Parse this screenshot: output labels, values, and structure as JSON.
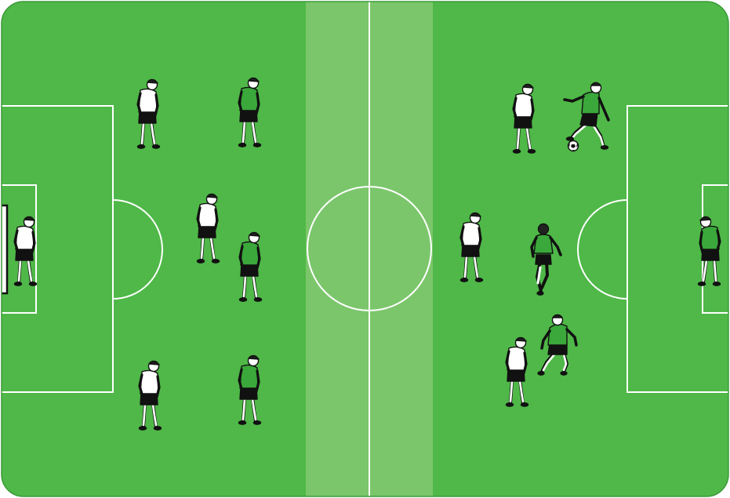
{
  "pitch": {
    "grass_color": "#4fb848",
    "center_band_color": "#7bc66b",
    "line_color": "#ffffff",
    "goalkeeper_left": {
      "team": "white",
      "pose": "standing"
    },
    "goalkeeper_right": {
      "team": "green",
      "pose": "standing"
    }
  },
  "teams": {
    "white": {
      "shirt_color": "#ffffff",
      "shorts_color": "#111111"
    },
    "green": {
      "shirt_color": "#3aa83a",
      "shorts_color": "#111111"
    }
  },
  "players": [
    {
      "id": "p1",
      "team": "white",
      "pose": "standing",
      "facing": "right"
    },
    {
      "id": "p2",
      "team": "green",
      "pose": "standing",
      "facing": "right"
    },
    {
      "id": "p3",
      "team": "white",
      "pose": "standing",
      "facing": "right"
    },
    {
      "id": "p4",
      "team": "green",
      "pose": "standing",
      "facing": "right"
    },
    {
      "id": "p5",
      "team": "white",
      "pose": "standing",
      "facing": "right"
    },
    {
      "id": "p6",
      "team": "green",
      "pose": "standing",
      "facing": "right"
    },
    {
      "id": "p7",
      "team": "white",
      "pose": "standing",
      "facing": "right"
    },
    {
      "id": "p8",
      "team": "green",
      "pose": "kicking",
      "facing": "left"
    },
    {
      "id": "p9",
      "team": "white",
      "pose": "standing",
      "facing": "right"
    },
    {
      "id": "p10",
      "team": "green",
      "pose": "running",
      "facing": "away"
    },
    {
      "id": "p11",
      "team": "white",
      "pose": "standing",
      "facing": "right"
    },
    {
      "id": "p12",
      "team": "green",
      "pose": "crouching",
      "facing": "left"
    }
  ],
  "ball": {
    "icon": "soccer-ball-icon"
  }
}
